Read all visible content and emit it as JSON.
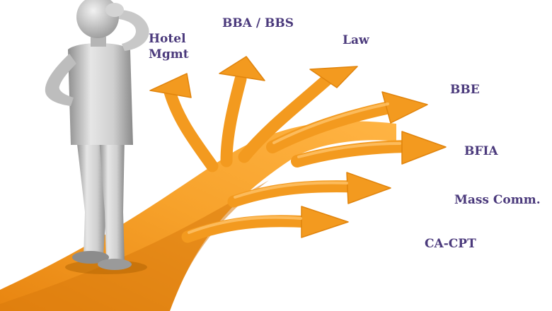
{
  "colors": {
    "arrow": "#f39a1f",
    "arrow_dark": "#c86f0c",
    "arrow_light": "#ffbe5c",
    "label": "#4b3a7c",
    "figure": "#d9d9d9",
    "figure_shade": "#9e9e9e"
  },
  "labels": {
    "hotel_line1": "Hotel",
    "hotel_line2": "Mgmt",
    "bba": "BBA / BBS",
    "law": "Law",
    "bbe": "BBE",
    "bfia": "BFIA",
    "mass_comm": "Mass Comm.",
    "ca_cpt": "CA-CPT"
  },
  "icons": {
    "figure": "thinking-person-icon",
    "paths": "branching-arrows-icon"
  }
}
